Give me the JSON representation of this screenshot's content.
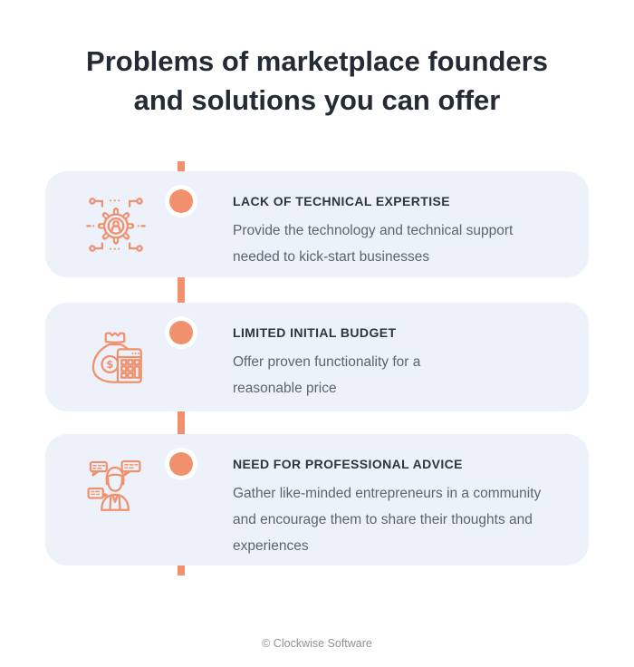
{
  "header": {
    "title_line1": "Problems of marketplace founders",
    "title_line2": "and solutions you can offer"
  },
  "items": [
    {
      "icon": "network-gear-user-icon",
      "title": "LACK OF TECHNICAL EXPERTISE",
      "description_lines": {
        "0": "Provide the technology and technical support",
        "1": "needed to kick-start businesses"
      }
    },
    {
      "icon": "money-bag-calculator-icon",
      "icon_glyph": "$",
      "title": "LIMITED INITIAL BUDGET",
      "description_lines": {
        "0": "Offer proven functionality for a",
        "1": "reasonable price"
      }
    },
    {
      "icon": "person-speech-bubbles-icon",
      "title": "NEED FOR PROFESSIONAL ADVICE",
      "description_lines": {
        "0": "Gather like-minded entrepreneurs in a community",
        "1": "and encourage them to share their thoughts and",
        "2": "experiences"
      }
    }
  ],
  "footer": {
    "credit": "© Clockwise Software"
  },
  "colors": {
    "accent_orange": "#F1906C",
    "card_background": "#EDF2FA",
    "title_text": "#242B34",
    "card_title_text": "#2C3540",
    "body_text": "#5B6470",
    "footer_text": "#8D929A",
    "background": "#FFFFFF"
  }
}
